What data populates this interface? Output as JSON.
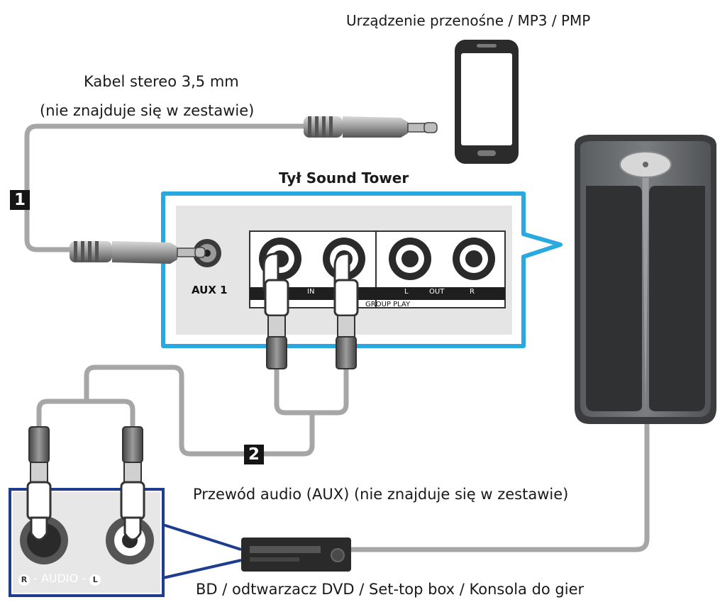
{
  "labels": {
    "portable_device": "Urządzenie przenośne / MP3 / PMP",
    "stereo_cable_line1": "Kabel stereo 3,5 mm",
    "stereo_cable_line2": "(nie znajduje się w zestawie)",
    "rear_panel": "Tył Sound Tower",
    "aux_port": "AUX 1",
    "in_label": "IN",
    "out_label": "OUT",
    "out_l": "L",
    "out_r": "R",
    "group_play": "GROUP PLAY",
    "audio_cable": "Przewód audio (AUX) (nie znajduje się w zestawie)",
    "source_device": "BD / odtwarzacz DVD / Set-top box / Konsola do gier",
    "rca_panel_r": "R",
    "rca_panel_text": "- AUDIO -",
    "rca_panel_l": "L"
  },
  "steps": [
    "1",
    "2"
  ],
  "colors": {
    "callout_blue": "#29a9e0",
    "panel_blue": "#1f3d8f",
    "cable_gray": "#a6a6a6",
    "badge_black": "#151515"
  }
}
